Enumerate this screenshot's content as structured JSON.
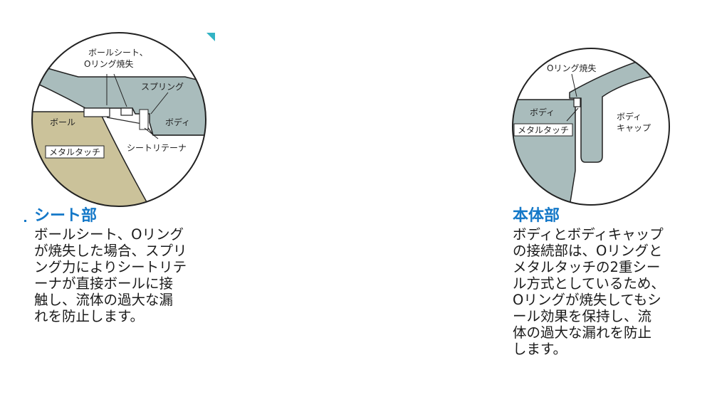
{
  "left_diagram": {
    "labels": {
      "ball_seat_oring": "ボールシート、\nOリング焼失",
      "spring": "スプリング",
      "ball": "ボール",
      "body": "ボディ",
      "metal_touch": "メタルタッチ",
      "seat_retainer": "シートリテーナ"
    }
  },
  "right_diagram": {
    "labels": {
      "oring_burn": "Oリング焼失",
      "body": "ボディ",
      "metal_touch": "メタルタッチ",
      "body_cap": "ボディ\nキャップ"
    }
  },
  "captions": {
    "left": {
      "title": "シート部",
      "body": "ボールシート、Oリング\nが焼失した場合、スプリ\nング力によりシートリテ\nーナが直接ボールに接\n触し、流体の過大な漏\nれを防止します。"
    },
    "right": {
      "title": "本体部",
      "body": "ボディとボディキャップ\nの接続部は、Oリングと\nメタルタッチの2重シー\nル方式としているため、\nOリングが焼失してもシ\nール効果を保持し、流\n体の過大な漏れを防止\nします。"
    }
  },
  "colors": {
    "steel": "#a9bcbc",
    "ball": "#cbc29a",
    "outline": "#222222",
    "title_blue": "#1478c8"
  }
}
